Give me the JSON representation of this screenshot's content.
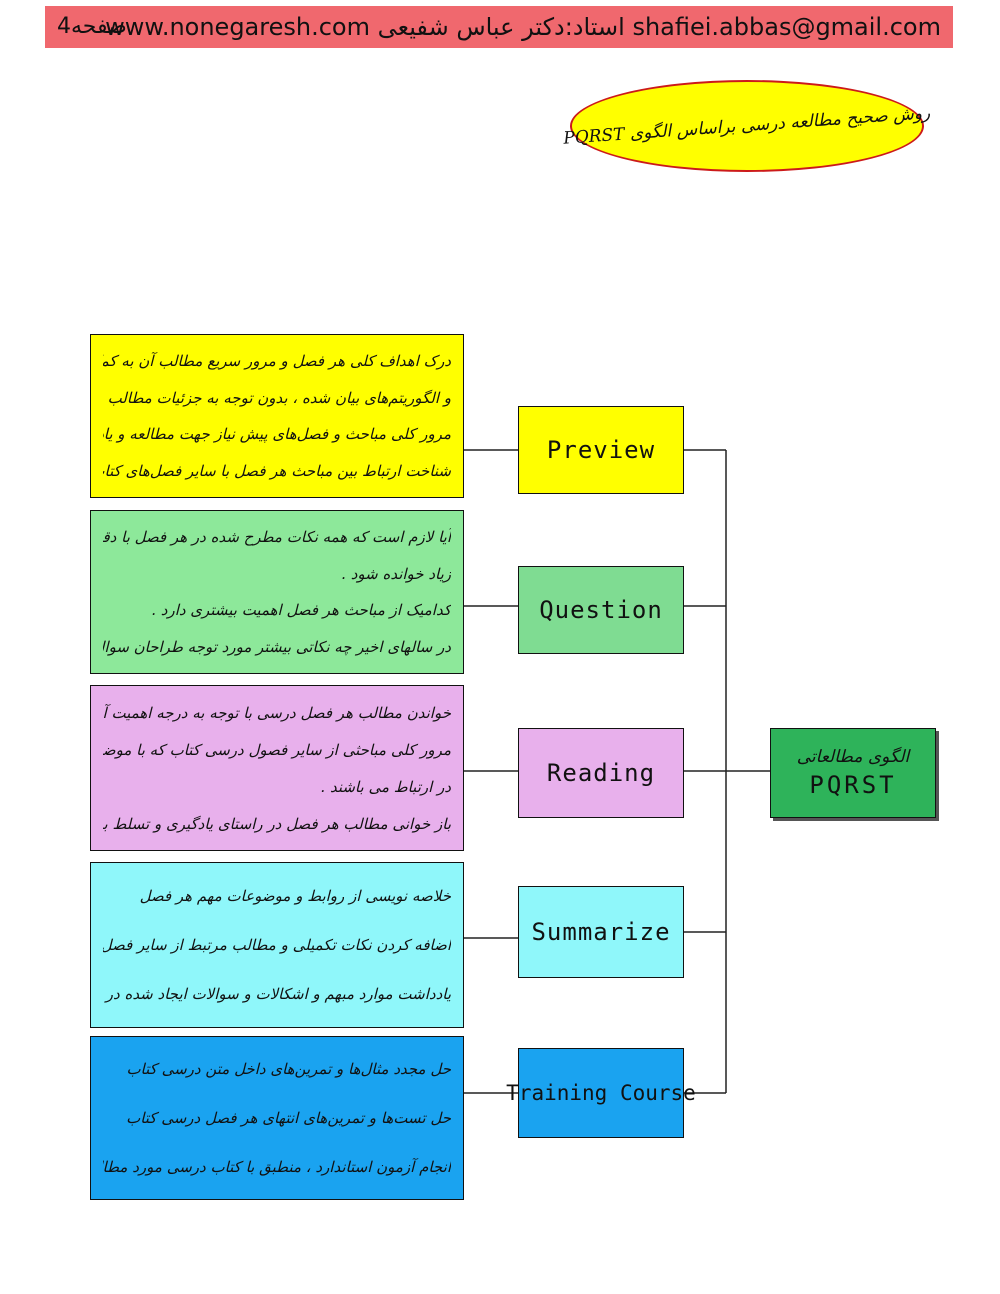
{
  "header": {
    "text": "www.nonegaresh.com استاد:دکتر عباس شفیعی shafiei.abbas@gmail.com",
    "page_label": "صفحه4",
    "background": "#f0686e"
  },
  "title": "روش صحیح مطالعه درسی براساس الگوی PQRST",
  "root": {
    "line1": "الگوی مطالعاتی",
    "line2": "PQRST",
    "color": "#2eb35a"
  },
  "steps": [
    {
      "label": "Preview",
      "color": "#ffff00",
      "lines": [
        "درک اهداف کلی هر فصل و مرور سریع مطالب آن به کمک نمودارها و جداول",
        "و الگوریتم‌های بیان شده ، بدون توجه به جزئیات مطالب",
        "مرور کلی مباحث و فصل‌های پیش نیاز جهت مطالعه و یادگیری هر فصل",
        "شناخت ارتباط بین مباحث هر فصل با سایر فصل‌های کتاب"
      ]
    },
    {
      "label": "Question",
      "color": "#8de89a",
      "lines": [
        "آیا لازم است که همه نکات مطرح شده در هر فصل با دقت و حوصله",
        "زیاد خوانده شود .",
        "کدامیک از مباحث هر فصل اهمیت بیشتری دارد .",
        "در سالهای اخیر چه نکاتی بیشتر مورد توجه طراحان سوال بوده است ."
      ]
    },
    {
      "label": "Reading",
      "color": "#e8b0ec",
      "lines": [
        "خواندن مطالب هر فصل درسی با توجه به درجه اهمیت آن",
        "مرور کلی مباحثی از سایر فصول درسی کتاب که با موضوعات خوانده شده",
        "در ارتباط می باشند .",
        "باز خوانی مطالب هر فصل در راستای یادگیری و تسلط بیشتر بر مفاهیم آن"
      ]
    },
    {
      "label": "Summarize",
      "color": "#8ff7fa",
      "lines": [
        "خلاصه نویسی از روابط و موضوعات مهم هر فصل",
        "اضافه کردن نکات تکمیلی و مطالب مرتبط از سایر فصل‌ها",
        "یادداشت موارد مبهم و اشکالات و سوالات ایجاد شده در هنگام مطالعه"
      ]
    },
    {
      "label": "Training Course",
      "color": "#1aa3f0",
      "lines": [
        "حل مجدد مثال‌ها و تمرین‌های داخل متن درسی کتاب",
        "حل تست‌ها و تمرین‌های انتهای هر فصل درسی کتاب",
        "انجام آزمون استاندارد ، منطبق با کتاب درسی مورد مطالعه"
      ]
    }
  ]
}
